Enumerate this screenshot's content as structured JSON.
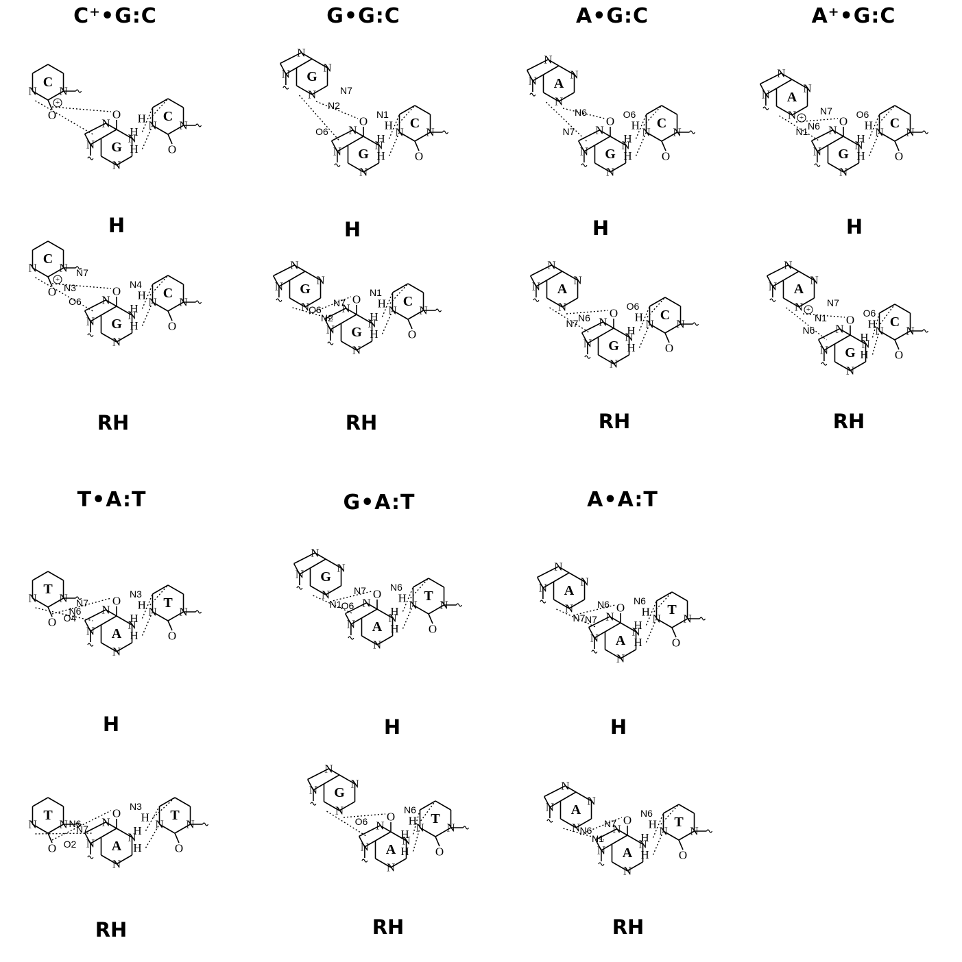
{
  "triads": [
    {
      "title": "C⁺•G:C",
      "third": "C",
      "mid": "G",
      "end": "C",
      "labels": [],
      "h": "H",
      "rh": "RH",
      "third_charge": true
    },
    {
      "title": "G•G:C",
      "third": "G",
      "mid": "G",
      "end": "C",
      "labels": [
        "N2",
        "N1",
        "O6",
        "N7"
      ],
      "h": "H",
      "rh": "RH",
      "third_charge": false
    },
    {
      "title": "A•G:C",
      "third": "A",
      "mid": "G",
      "end": "C",
      "labels": [
        "N6",
        "O6",
        "N7"
      ],
      "h": "H",
      "rh": "RH",
      "third_charge": false
    },
    {
      "title": "A⁺•G:C",
      "third": "A",
      "mid": "G",
      "end": "C",
      "labels": [
        "N6",
        "O6",
        "N1",
        "N7"
      ],
      "h": "H",
      "rh": "RH",
      "third_charge": true
    },
    {
      "title": "T•A:T",
      "third": "T",
      "mid": "A",
      "end": "T",
      "labels": [
        "O4",
        "N3",
        "N6",
        "N7"
      ],
      "h": "H",
      "rh": "RH",
      "third_charge": false
    },
    {
      "title": "G•A:T",
      "third": "G",
      "mid": "A",
      "end": "T",
      "labels": [
        "O6",
        "N6",
        "N1",
        "N7"
      ],
      "h": "H",
      "rh": "RH",
      "third_charge": false
    },
    {
      "title": "A•A:T",
      "third": "A",
      "mid": "A",
      "end": "T",
      "labels": [
        "N7",
        "N6",
        "N7",
        "N6"
      ],
      "h": "H",
      "rh": "RH",
      "third_charge": false
    }
  ],
  "rh_labels": {
    "CGC": [
      "N3",
      "N4",
      "O6",
      "N7"
    ],
    "GGC": [
      "N2",
      "N1",
      "O6",
      "N7"
    ],
    "AGC": [
      "N6",
      "O6",
      "N7"
    ],
    "ApGC": [
      "N1",
      "O6",
      "N6",
      "N7"
    ],
    "TAT": [
      "O2",
      "N3",
      "N6",
      "N7"
    ],
    "GAT": [
      "O6",
      "N6"
    ],
    "AAT": [
      "N1",
      "N6",
      "N6",
      "N7"
    ]
  },
  "atoms": {
    "n": "N",
    "o": "O",
    "h": "H"
  }
}
